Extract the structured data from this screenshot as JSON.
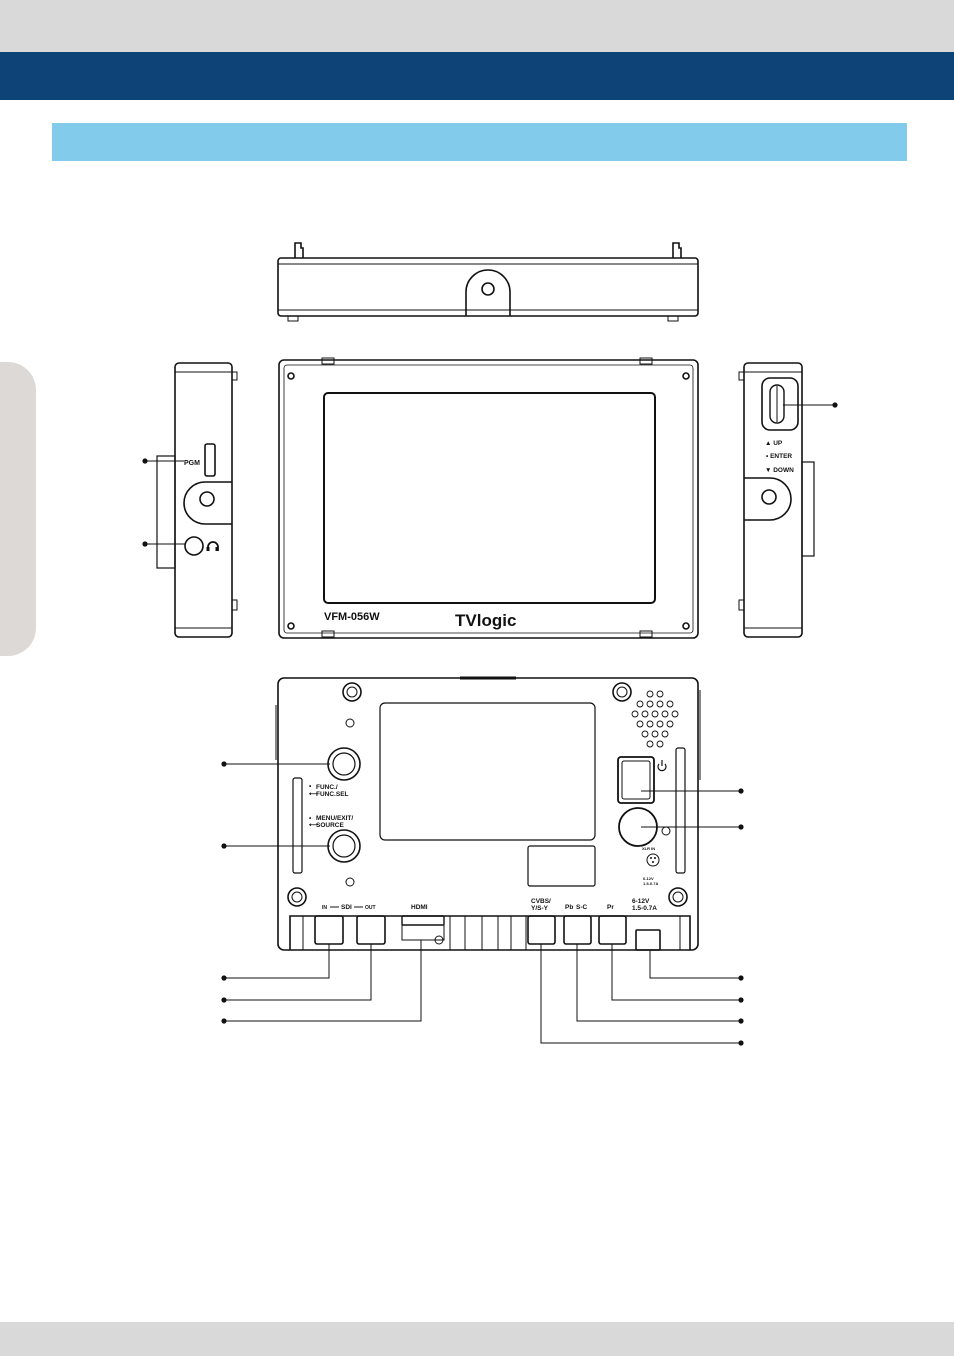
{
  "left_side": {
    "pgm_label": "PGM"
  },
  "front": {
    "model": "VFM-056W",
    "brand": "TVlogic"
  },
  "right_side": {
    "up_label": "▲ UP",
    "enter_label": "• ENTER",
    "down_label": "▼ DOWN"
  },
  "rear": {
    "func_line1": "FUNC./",
    "func_line2": "FUNC.SEL",
    "menu_line1": "MENU/EXIT/",
    "menu_line2": "SOURCE",
    "sdi_in": "IN",
    "sdi": "SDI",
    "sdi_out": "OUT",
    "hdmi": "HDMI",
    "cvbs_line1": "CVBS/",
    "cvbs_line2": "Y/S-Y",
    "pb": "Pb",
    "sc": "S-C",
    "pr": "Pr",
    "dc_line1": "6-12V",
    "dc_line2": "1.5-0.7A",
    "xlr_label": "XLR IN",
    "xlr_v1": "6-12V",
    "xlr_v2": "1.5-0.7A"
  },
  "colors": {
    "header_navy": "#0e4377",
    "section_blue": "#82cbea",
    "band_gray": "#d9d9d9",
    "side_tab": "#ddd9d7"
  }
}
